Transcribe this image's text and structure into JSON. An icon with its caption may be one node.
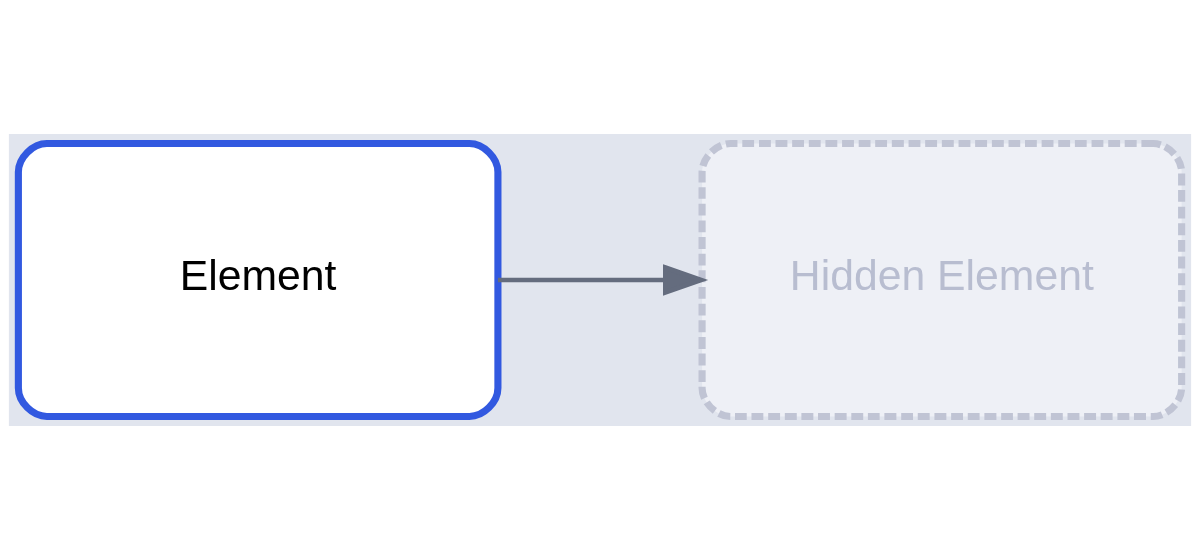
{
  "diagram": {
    "nodes": [
      {
        "text": [
          "Element"
        ]
      },
      {
        "text": [
          "Hidden Element"
        ]
      }
    ],
    "edges": [
      {
        "from": 0,
        "to": 1,
        "arrow": "to"
      }
    ]
  }
}
